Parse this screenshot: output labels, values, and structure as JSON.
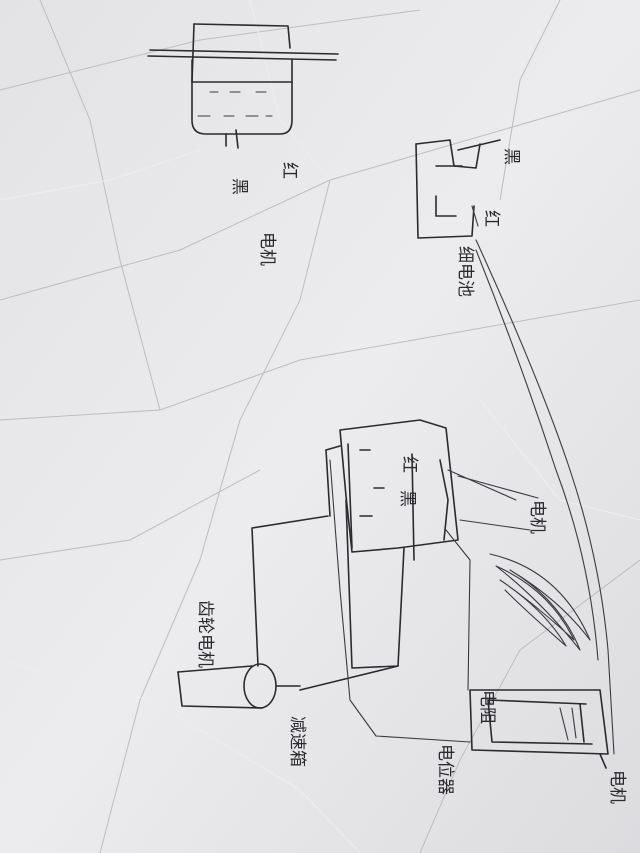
{
  "labels": {
    "red": "红",
    "black": "黑",
    "motor": "电机",
    "fine_battery": "细电池",
    "black_top": "黑",
    "red_small": "红",
    "motor_top": "电机",
    "red_cell": "红",
    "black_cell": "黑",
    "gear_motor": "齿轮电机",
    "gear_box": "减速箱",
    "motor_bottom": "电机",
    "pot_resistor": "电位器",
    "resistor": "电阻"
  },
  "colors": {
    "paper": "#e6e6e8",
    "ink": "#2b2b2f"
  }
}
